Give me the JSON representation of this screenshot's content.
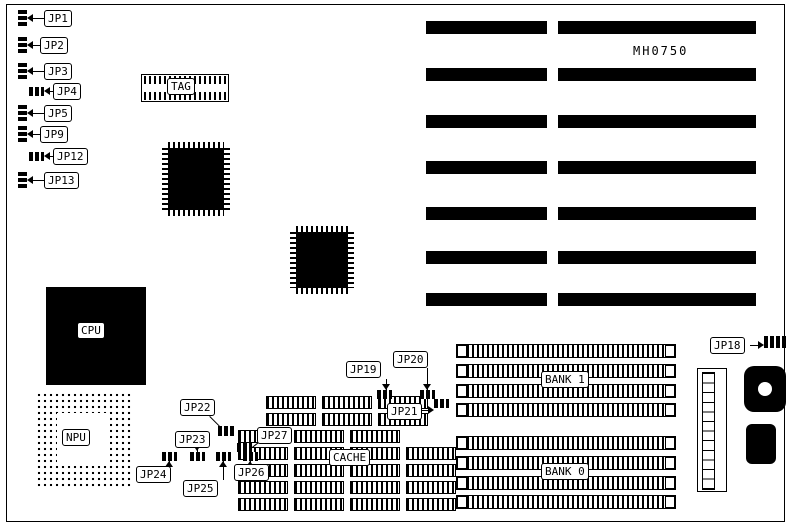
{
  "part_number": "MH0750",
  "labels": {
    "jp1": "JP1",
    "jp2": "JP2",
    "jp3": "JP3",
    "jp4": "JP4",
    "jp5": "JP5",
    "jp9": "JP9",
    "jp12": "JP12",
    "jp13": "JP13",
    "jp18": "JP18",
    "jp19": "JP19",
    "jp20": "JP20",
    "jp21": "JP21",
    "jp22": "JP22",
    "jp23": "JP23",
    "jp24": "JP24",
    "jp25": "JP25",
    "jp26": "JP26",
    "jp27": "JP27",
    "tag": "TAG",
    "cpu": "CPU",
    "npu": "NPU",
    "cache": "CACHE",
    "bank0": "BANK 0",
    "bank1": "BANK 1"
  }
}
